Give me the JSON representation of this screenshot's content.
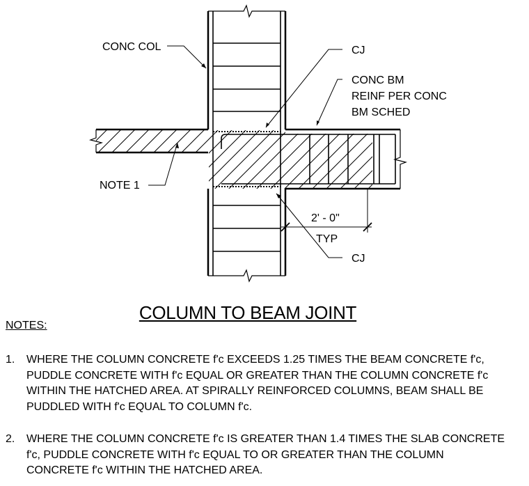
{
  "labels": {
    "conc_col": "CONC COL",
    "cj_top": "CJ",
    "conc_bm": [
      "CONC BM",
      "REINF PER CONC",
      "BM SCHED"
    ],
    "note_1": "NOTE 1",
    "dim": "2' - 0\"",
    "typ": "TYP",
    "cj_bottom": "CJ"
  },
  "title": "COLUMN TO BEAM JOINT",
  "notes_heading": "NOTES:",
  "notes": [
    {
      "num": "1.",
      "lines": [
        "WHERE THE COLUMN CONCRETE f'c EXCEEDS 1.25 TIMES THE BEAM CONCRETE f'c,",
        "PUDDLE CONCRETE WITH f'c EQUAL OR GREATER THAN THE COLUMN CONCRETE f'c",
        "WITHIN THE HATCHED AREA.  AT SPIRALLY REINFORCED COLUMNS, BEAM SHALL BE",
        "PUDDLED WITH f'c EQUAL TO COLUMN f'c."
      ]
    },
    {
      "num": "2.",
      "lines": [
        "WHERE THE COLUMN CONCRETE f'c IS GREATER THAN 1.4 TIMES THE SLAB CONCRETE",
        "f'c, PUDDLE CONCRETE WITH f'c EQUAL TO OR GREATER THAN THE COLUMN",
        "CONCRETE f'c WITHIN THE HATCHED AREA."
      ]
    }
  ]
}
